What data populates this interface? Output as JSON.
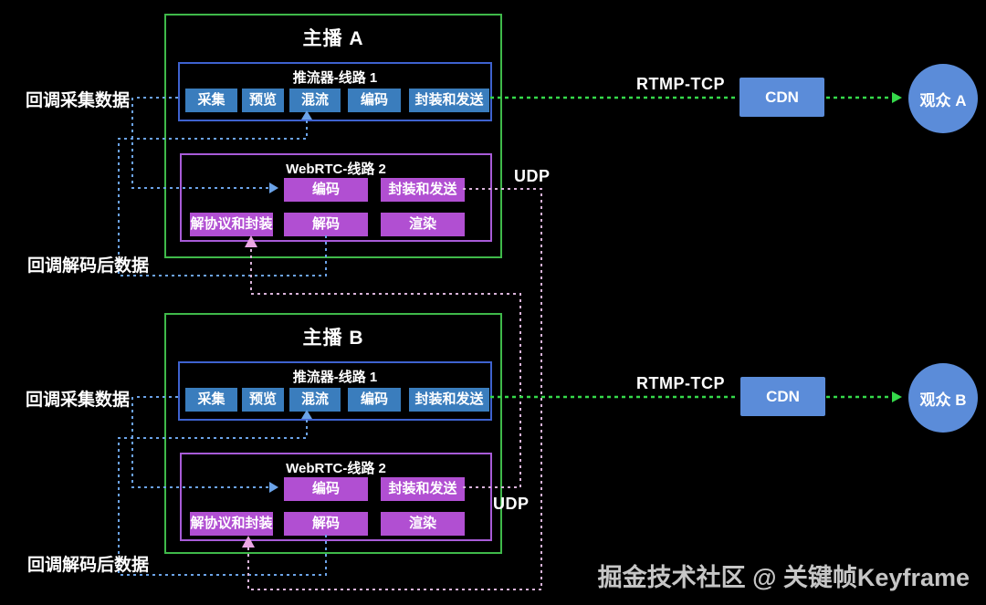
{
  "broadcasters": [
    {
      "title": "主播 A",
      "capture_callback_label": "回调采集数据",
      "decoded_callback_label": "回调解码后数据",
      "pusher": {
        "title": "推流器-线路 1",
        "blocks": [
          "采集",
          "预览",
          "混流",
          "编码",
          "封装和发送"
        ]
      },
      "webrtc": {
        "title": "WebRTC-线路 2",
        "blocks_row1": [
          "编码",
          "封装和发送"
        ],
        "blocks_row2": [
          "解协议和封装",
          "解码",
          "渲染"
        ]
      },
      "rtmp_label": "RTMP-TCP",
      "udp_label": "UDP",
      "cdn_label": "CDN",
      "viewer_label": "观众 A"
    },
    {
      "title": "主播 B",
      "capture_callback_label": "回调采集数据",
      "decoded_callback_label": "回调解码后数据",
      "pusher": {
        "title": "推流器-线路 1",
        "blocks": [
          "采集",
          "预览",
          "混流",
          "编码",
          "封装和发送"
        ]
      },
      "webrtc": {
        "title": "WebRTC-线路 2",
        "blocks_row1": [
          "编码",
          "封装和发送"
        ],
        "blocks_row2": [
          "解协议和封装",
          "解码",
          "渲染"
        ]
      },
      "rtmp_label": "RTMP-TCP",
      "udp_label": "UDP",
      "cdn_label": "CDN",
      "viewer_label": "观众 B"
    }
  ],
  "footer": "掘金技术社区 @ 关键帧Keyframe",
  "colors": {
    "background": "#000000",
    "panel_border": "#3fb94a",
    "pusher_border": "#3e62cf",
    "pusher_block": "#3a7dbd",
    "webrtc_border": "#a85bd8",
    "webrtc_block": "#b14fd2",
    "cdn_fill": "#5b8cd9",
    "viewer_fill": "#5b8cd9",
    "line_blue": "#6ba3e8",
    "line_green": "#35d94a",
    "line_pink": "#d9b3d9",
    "arrow_pink": "#eba6e4",
    "text": "#ffffff",
    "footer_text": "#c6c6c6"
  }
}
